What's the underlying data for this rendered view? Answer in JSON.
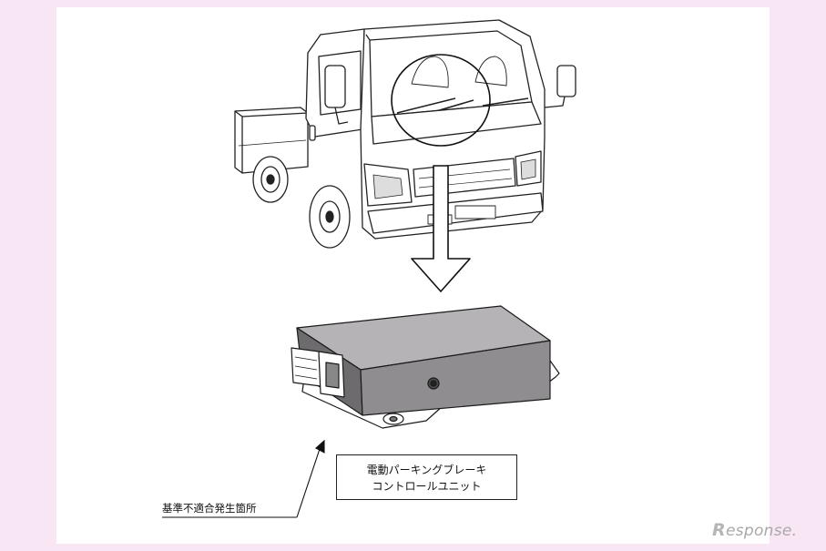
{
  "diagram": {
    "component_label_line1": "電動パーキングブレーキ",
    "component_label_line2": "コントロールユニット",
    "defect_location_label": "基準不適合発生箇所"
  },
  "watermark": {
    "first_letter": "R",
    "rest": "esponse."
  },
  "colors": {
    "background": "#f9e6f5",
    "panel": "#ffffff",
    "unit_body": "#8f8d90",
    "watermark": "#a9a9a9"
  }
}
